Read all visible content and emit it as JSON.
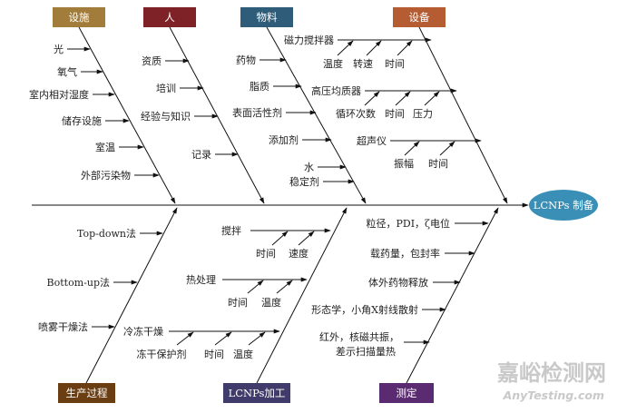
{
  "head": {
    "label": "LCNPs 制备",
    "color": "#3a8fb7"
  },
  "categories": {
    "facilities": {
      "label": "设施",
      "color": "#a27c3b"
    },
    "people": {
      "label": "人",
      "color": "#7e2228"
    },
    "materials": {
      "label": "物料",
      "color": "#2f5c78"
    },
    "equipment": {
      "label": "设备",
      "color": "#b65c33"
    },
    "production": {
      "label": "生产过程",
      "color": "#6b3d12"
    },
    "processing": {
      "label": "LCNPs加工",
      "color": "#3f3c6b"
    },
    "testing": {
      "label": "测定",
      "color": "#5a2b70"
    }
  },
  "facilities_items": [
    "光",
    "氧气",
    "室内相对湿度",
    "储存设施",
    "室温",
    "外部污染物"
  ],
  "people_items": [
    "资质",
    "培训",
    "经验与知识",
    "记录"
  ],
  "materials_items": [
    "药物",
    "脂质",
    "表面活性剂",
    "添加剂",
    "水",
    "稳定剂"
  ],
  "equipment_items": {
    "stirrer": {
      "label": "磁力搅拌器",
      "subs": [
        "温度",
        "转速",
        "时间"
      ]
    },
    "homogenizer": {
      "label": "高压均质器",
      "subs": [
        "循环次数",
        "时间",
        "压力"
      ]
    },
    "ultrasound": {
      "label": "超声仪",
      "subs": [
        "振幅",
        "时间"
      ]
    }
  },
  "production_items": [
    "Top-down法",
    "Bottom-up法",
    "喷雾干燥法"
  ],
  "processing_items": {
    "stirring": {
      "label": "搅拌",
      "subs": [
        "时间",
        "速度"
      ]
    },
    "heat": {
      "label": "热处理",
      "subs": [
        "时间",
        "温度"
      ]
    },
    "freeze": {
      "label": "冷冻干燥",
      "subs": [
        "冻干保护剂",
        "时间",
        "温度"
      ]
    }
  },
  "testing_items": [
    "粒径，PDI，ζ电位",
    "载药量，包封率",
    "体外药物释放",
    "形态学，小角X射线散射",
    "红外，核磁共振，",
    "差示扫描量热"
  ],
  "watermark": {
    "cn": "嘉峪检测网",
    "en": "AnyTesting.com"
  }
}
